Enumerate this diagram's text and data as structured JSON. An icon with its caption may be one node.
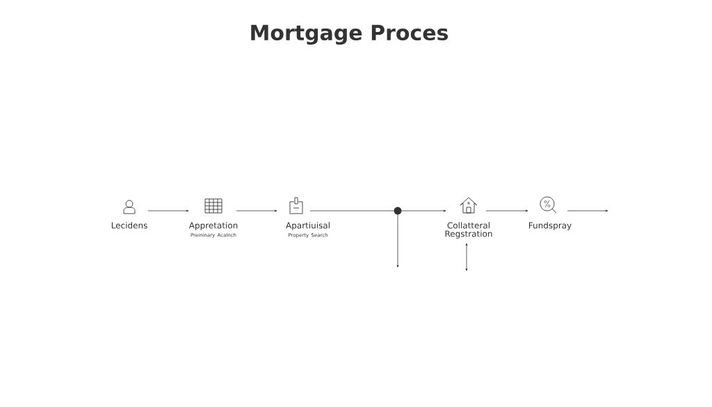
{
  "diagram": {
    "title": "Mortgage Proces",
    "nodes": [
      {
        "text": [
          "Lecidens"
        ]
      },
      {
        "text": [
          "Appretation",
          "Preininary Acalnch"
        ]
      },
      {
        "text": [
          "Apartiuisal",
          "Property Search"
        ]
      },
      {
        "text": [],
        "shape": "circle"
      },
      {
        "text": [
          "Collatteral Regstration"
        ]
      },
      {
        "text": [
          "Fundspray"
        ]
      }
    ],
    "edges": [
      {
        "from": 0,
        "to": 1,
        "arrow": "to"
      },
      {
        "from": 1,
        "to": 2,
        "arrow": "to"
      },
      {
        "from": 2,
        "to": 3,
        "arrow": "none"
      },
      {
        "from": 3,
        "to": 4,
        "arrow": "to"
      },
      {
        "from": 4,
        "to": 5,
        "arrow": "to"
      },
      {
        "from": 5,
        "to": null,
        "arrow": "to"
      },
      {
        "from": 3,
        "to": null,
        "arrow": "to"
      },
      {
        "from": 4,
        "to": null,
        "arrow": "both"
      }
    ]
  }
}
